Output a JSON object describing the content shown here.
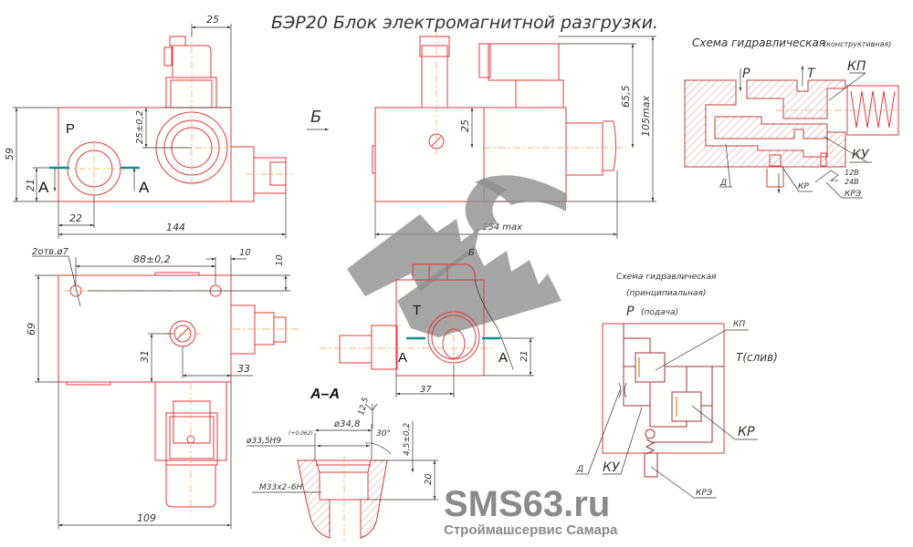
{
  "title": "БЭР20  Блок электромагнитной разгрузки.",
  "front_view": {
    "port_p": "P",
    "section_a_left": "A",
    "section_a_right": "A",
    "dims": {
      "height": "59",
      "a_height": "21",
      "p_offset": "22",
      "length": "144",
      "sol_offset": "25",
      "sol_height": "25±0,2"
    }
  },
  "side_view": {
    "view_label": "Б",
    "dims": {
      "h1": "65,5",
      "h2": "105max",
      "sol": "25",
      "length": "154 max"
    }
  },
  "plan_view": {
    "holes_note": "2отв.ø7",
    "dims": {
      "holes": "88±0,2",
      "edge_x": "10",
      "edge_y": "10",
      "height": "69",
      "plug_y": "31",
      "plug_x": "33",
      "width": "109"
    }
  },
  "view_b": {
    "label": "Б",
    "port_t": "T",
    "a_left": "A",
    "a_right": "A",
    "dim_h": "21",
    "dim_w": "37"
  },
  "section_aa": {
    "label": "А–А",
    "roughness": "12,5",
    "dia_outer": "ø34,8",
    "dia_bore": "ø33,5H9",
    "tolerance": "(+0,062)",
    "angle": "30°",
    "depth1": "4,5±0,2",
    "depth2": "20",
    "thread": "M33x2–6H"
  },
  "scheme_constructive": {
    "title": "Схема гидравлическая",
    "subtitle": "(конструктивная)",
    "labels": {
      "p": "P",
      "t": "T",
      "kp": "КП",
      "ku": "КУ",
      "d": "Д",
      "kr": "КР",
      "kre": "КРЭ",
      "v12": "12В",
      "v24": "24В"
    }
  },
  "scheme_principal": {
    "title": "Схема гидравлическая",
    "subtitle": "(принципиальная)",
    "p_label": "P",
    "p_note": "(подача)",
    "t_label": "T(слив)",
    "labels": {
      "kp": "КП",
      "kr": "КР",
      "ku": "КУ",
      "d": "Д",
      "kre": "КРЭ"
    }
  },
  "watermark": {
    "site": "SMS63.ru",
    "company": "Строймашсервис Самара"
  },
  "colors": {
    "outline": "#e0393f",
    "dimension": "#333333",
    "centerline": "#f0a050",
    "section": "#138f8f",
    "watermark": "#8a8a8a"
  }
}
